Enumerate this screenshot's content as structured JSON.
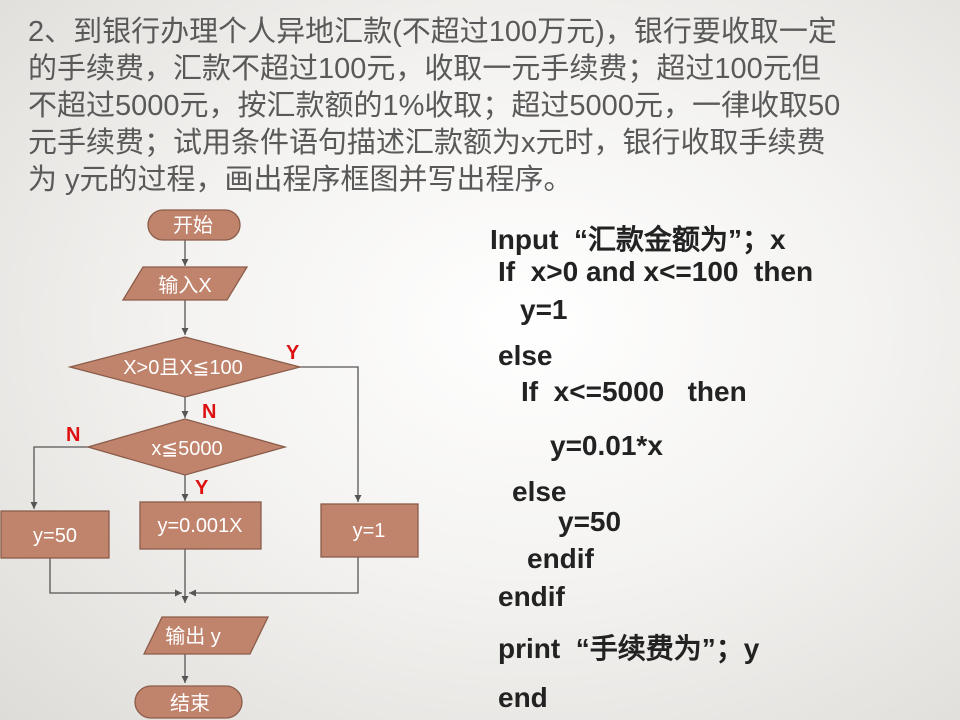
{
  "problem": {
    "lines": [
      "2、到银行办理个人异地汇款(不超过100万元)，银行要收取一定",
      "的手续费，汇款不超过100元，收取一元手续费；超过100元但",
      "不超过5000元，按汇款额的1%收取；超过5000元，一律收取50",
      "元手续费；试用条件语句描述汇款额为x元时，银行收取手续费",
      "为 y元的过程，画出程序框图并写出程序。"
    ]
  },
  "flowchart": {
    "start": "开始",
    "input": "输入X",
    "cond1": "X>0且X≦100",
    "cond2": "x≦5000",
    "box_y50": "y=50",
    "box_y001": "y=0.001X",
    "box_y1": "y=1",
    "output": "输出 y",
    "end": "结束",
    "yes1": "Y",
    "no1": "N",
    "no2": "N",
    "yes2": "Y",
    "colors": {
      "fill": "#c0836c",
      "stroke": "#8a5d4b",
      "text": "#ffffff",
      "line": "#555555",
      "label_red": "#dd1111"
    }
  },
  "program": {
    "lines": [
      "Input  “汇款金额为”；x",
      "If  x>0 and x<=100  then",
      "y=1",
      "else",
      "If  x<=5000   then",
      "y=0.01*x",
      "else",
      "y=50",
      "endif",
      "endif",
      "print  “手续费为”；y",
      "end"
    ]
  }
}
